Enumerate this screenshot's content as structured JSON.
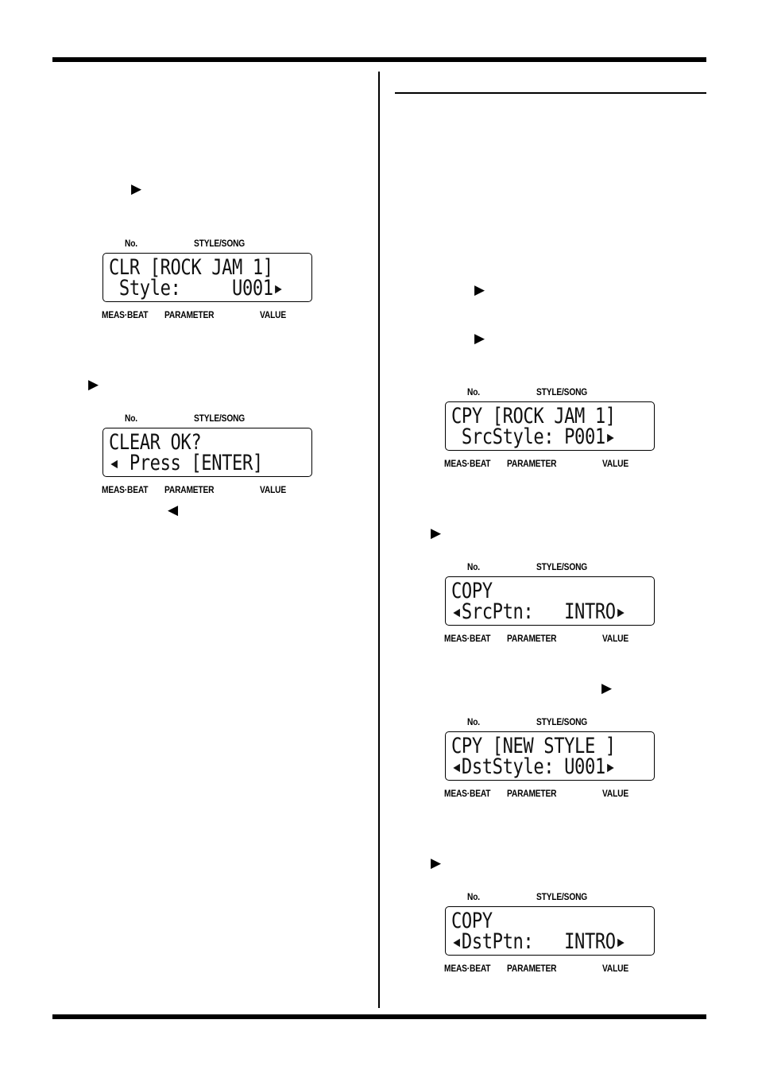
{
  "labels": {
    "no": "No.",
    "style_song": "STYLE/SONG",
    "meas_beat": "MEAS·BEAT",
    "parameter": "PARAMETER",
    "value": "VALUE"
  },
  "arrows": {
    "right": "▶",
    "left": "◀"
  },
  "displays": [
    {
      "line1": "CLR [ROCK JAM 1]",
      "line2": " Style:     U001▸"
    },
    {
      "line1": "CLEAR OK?",
      "line2": "◂ Press [ENTER]"
    },
    {
      "line1": "CPY [ROCK JAM 1]",
      "line2": " SrcStyle: P001▸"
    },
    {
      "line1": "COPY",
      "line2": "◂SrcPtn:   INTRO▸"
    },
    {
      "line1": "CPY [NEW STYLE ]",
      "line2": "◂DstStyle: U001▸"
    },
    {
      "line1": "COPY",
      "line2": "◂DstPtn:   INTRO▸"
    }
  ]
}
